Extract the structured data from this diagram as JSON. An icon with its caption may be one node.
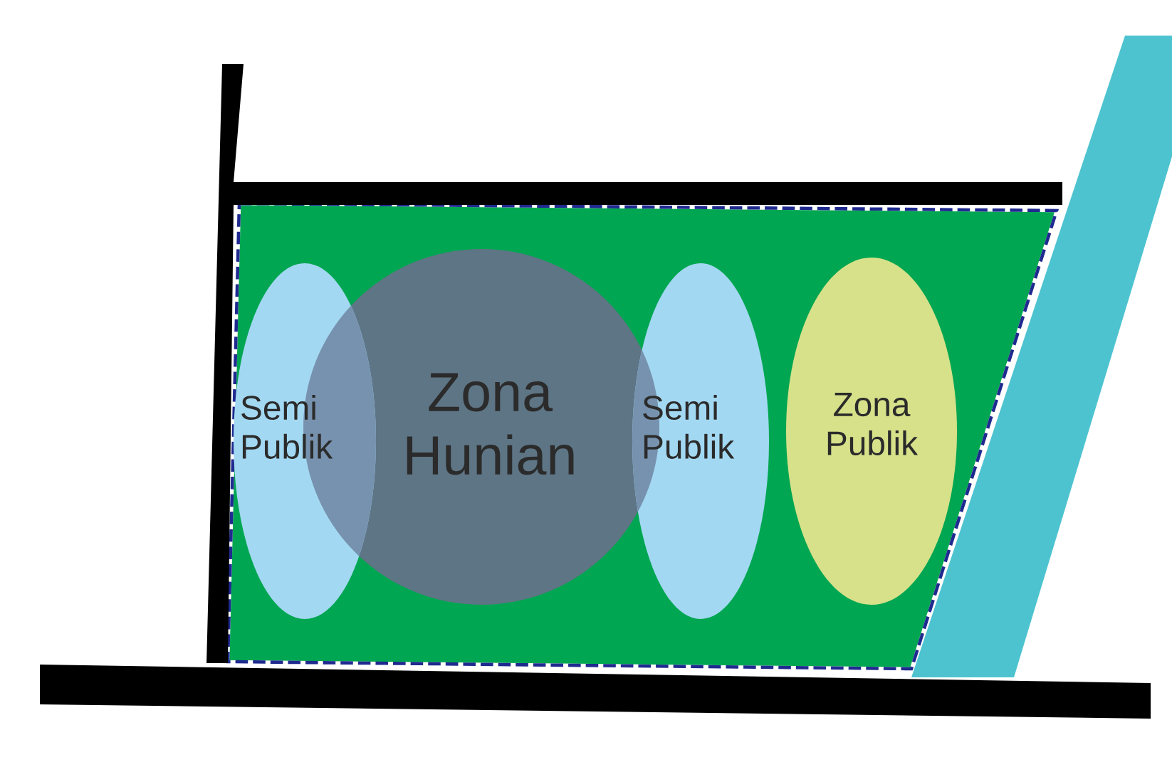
{
  "diagram": {
    "nodes": [
      {
        "text": [
          "Semi Publik"
        ]
      },
      {
        "text": [
          "Zona Hunian"
        ]
      },
      {
        "text": [
          "Semi Publik"
        ]
      },
      {
        "text": [
          "Zona Publik"
        ]
      }
    ]
  }
}
